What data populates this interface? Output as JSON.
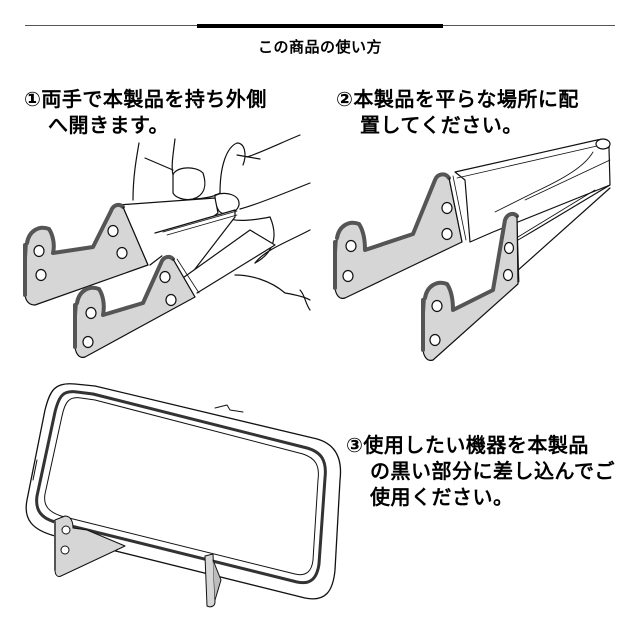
{
  "header": {
    "title": "この商品の使い方"
  },
  "steps": [
    {
      "number": "①",
      "lines": [
        "①両手で本製品を持ち外側",
        "へ開きます。"
      ],
      "illustration": "hands-opening-stand"
    },
    {
      "number": "②",
      "lines": [
        "②本製品を平らな場所に配",
        "置してください。"
      ],
      "illustration": "stand-on-flat-surface"
    },
    {
      "number": "③",
      "lines": [
        "③使用したい機器を本製品",
        "の黒い部分に差し込んでご",
        "使用ください。"
      ],
      "illustration": "phone-on-stand"
    }
  ],
  "colors": {
    "stand_face": "#d6d6d6",
    "stand_edge": "#555555",
    "outline": "#111111",
    "background": "#ffffff"
  }
}
